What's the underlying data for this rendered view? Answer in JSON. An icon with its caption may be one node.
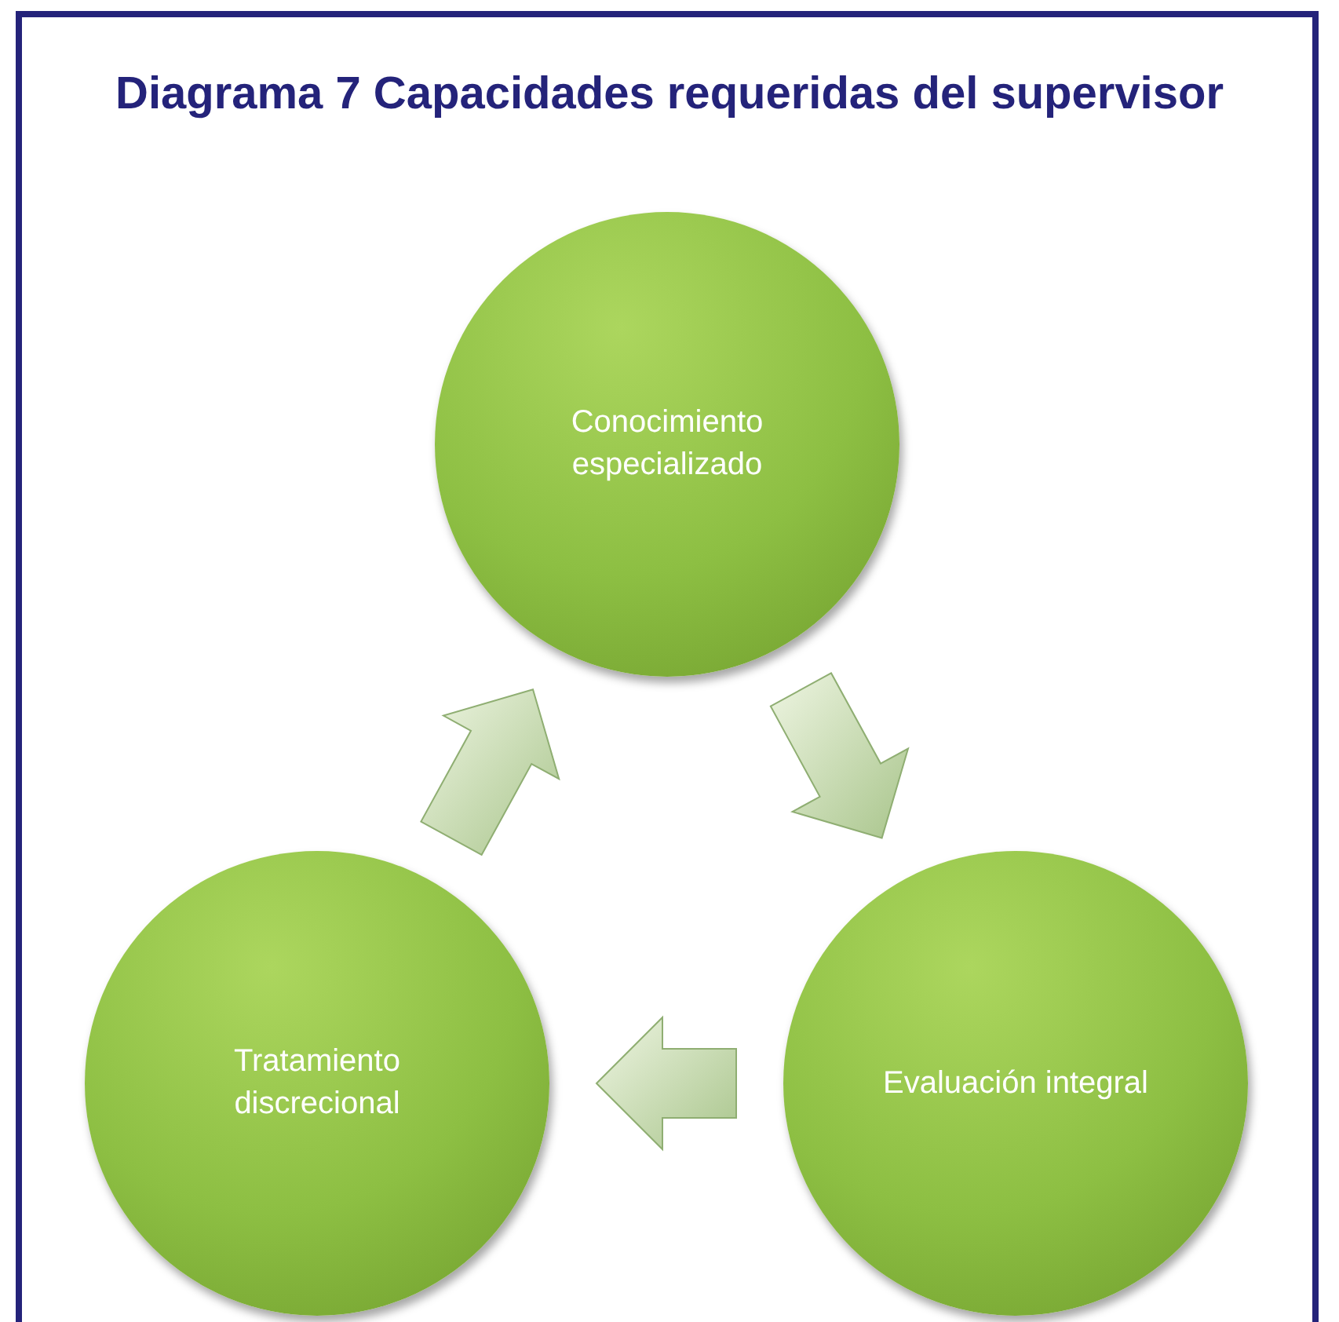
{
  "diagram": {
    "title": "Diagrama 7 Capacidades requeridas del supervisor",
    "nodes": [
      {
        "text": [
          "Conocimiento especializado"
        ]
      },
      {
        "text": [
          "Evaluación integral"
        ]
      },
      {
        "text": [
          "Tratamiento discrecional"
        ]
      }
    ],
    "edges": [
      {
        "from": 0,
        "to": 1,
        "arrow": "to"
      },
      {
        "from": 1,
        "to": 2,
        "arrow": "to"
      },
      {
        "from": 2,
        "to": 0,
        "arrow": "to"
      }
    ]
  }
}
